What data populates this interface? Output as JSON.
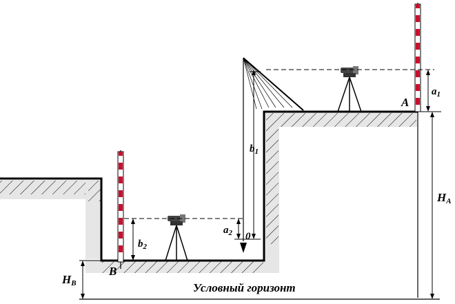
{
  "labels": {
    "point_a": "A",
    "point_b": "B",
    "a1_main": "a",
    "a1_sub": "1",
    "a2_main": "a",
    "a2_sub": "2",
    "b1_main": "b",
    "b1_sub": "1",
    "b2_main": "b",
    "b2_sub": "2",
    "ha_main": "H",
    "ha_sub": "A",
    "hb_main": "H",
    "hb_sub": "B",
    "zero": "0",
    "horizon": "Условный горизонт"
  },
  "colors": {
    "ground_shade": "#e6e6e6",
    "rod_red": "#c8102e",
    "line": "#000000"
  }
}
